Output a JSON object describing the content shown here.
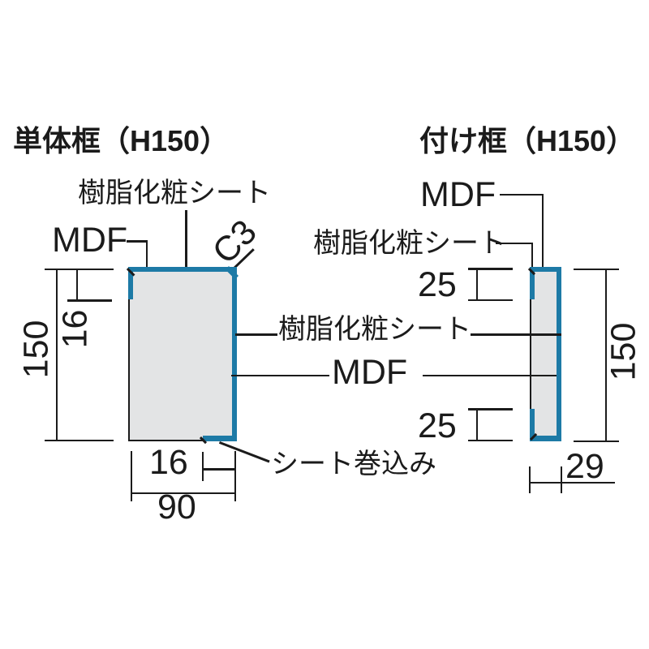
{
  "colors": {
    "accent": "#1d7aa6",
    "panel_fill": "#e3e4e5",
    "line": "#1b1b1b",
    "background": "#ffffff"
  },
  "left_diagram": {
    "title": "単体框（H150）",
    "sheet_label": "樹脂化粧シート",
    "mdf_label": "MDF",
    "chamfer_label": "C3",
    "sheet_wrap_label": "シート巻込み",
    "dim_height": "150",
    "dim_edge": "16",
    "dim_wrap": "16",
    "dim_width": "90"
  },
  "right_diagram": {
    "title": "付け框（H150）",
    "mdf_label": "MDF",
    "sheet_label": "樹脂化粧シート",
    "sheet_mid_label": "樹脂化粧シート",
    "mdf_mid_label": "MDF",
    "dim_top": "25",
    "dim_bottom": "25",
    "dim_height": "150",
    "dim_width": "29"
  }
}
